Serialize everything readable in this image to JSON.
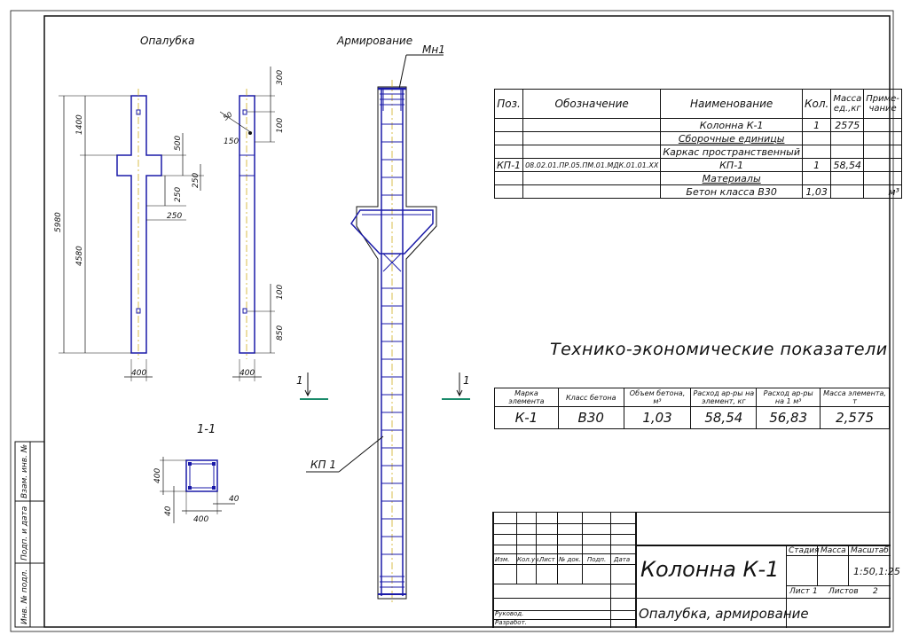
{
  "views": {
    "formwork_title": "Опалубка",
    "reinforcement_title": "Армирование",
    "section_title": "1-1",
    "mesh_label": "Мн1",
    "frame_label": "КП 1",
    "section_mark": "1"
  },
  "dimensions": {
    "total_height": "5980",
    "upper_part": "1400",
    "lower_part": "4580",
    "d500": "500",
    "d250a": "250",
    "d250b": "250",
    "d250c": "250",
    "width_400a": "400",
    "width_400b": "400",
    "d300": "300",
    "d100a": "100",
    "d100b": "100",
    "d850": "850",
    "d150": "150",
    "d50": "50",
    "sec_400v": "400",
    "sec_400h": "400",
    "sec_40a": "40",
    "sec_40b": "40"
  },
  "specification": {
    "headers": [
      "Поз.",
      "Обозначение",
      "Наименование",
      "Кол.",
      "Масса ед.,кг",
      "Приме- чание"
    ],
    "rows": [
      [
        "",
        "",
        "Колонна К-1",
        "1",
        "2575",
        ""
      ],
      [
        "",
        "",
        "Сборочные единицы",
        "",
        "",
        ""
      ],
      [
        "",
        "",
        "Каркас пространственный",
        "",
        "",
        ""
      ],
      [
        "КП-1",
        "08.02.01.ПР.05.ПМ.01.МДК.01.01.ХХ",
        "КП-1",
        "1",
        "58,54",
        ""
      ],
      [
        "",
        "",
        "Материалы",
        "",
        "",
        ""
      ],
      [
        "",
        "",
        "Бетон класса В30",
        "1,03",
        "",
        "м³"
      ]
    ]
  },
  "tep": {
    "title": "Технико-экономические показатели",
    "headers": [
      "Марка элемента",
      "Класс бетона",
      "Объем бетона, м³",
      "Расход ар-ры на элемент, кг",
      "Расход ар-ры на 1 м³",
      "Масса элемента, т"
    ],
    "values": [
      "К-1",
      "В30",
      "1,03",
      "58,54",
      "56,83",
      "2,575"
    ]
  },
  "stamp": {
    "col_headers": [
      "Изм.",
      "Кол.уч.",
      "Лист",
      "№ док.",
      "Подп.",
      "Дата"
    ],
    "title": "Колонна К-1",
    "subtitle": "Опалубка, армирование",
    "stage_label": "Стадия",
    "mass_label": "Масса",
    "scale_label": "Масштаб",
    "scale_value": "1:50,1:25",
    "sheet_label": "Лист",
    "sheet_value": "1",
    "sheets_label": "Листов",
    "sheets_value": "2",
    "rukovod": "Руковод.",
    "razrab": "Разработ."
  },
  "side_stamp": [
    "Взам. инв. №",
    "Подп. и дата",
    "Инв. № подл."
  ]
}
